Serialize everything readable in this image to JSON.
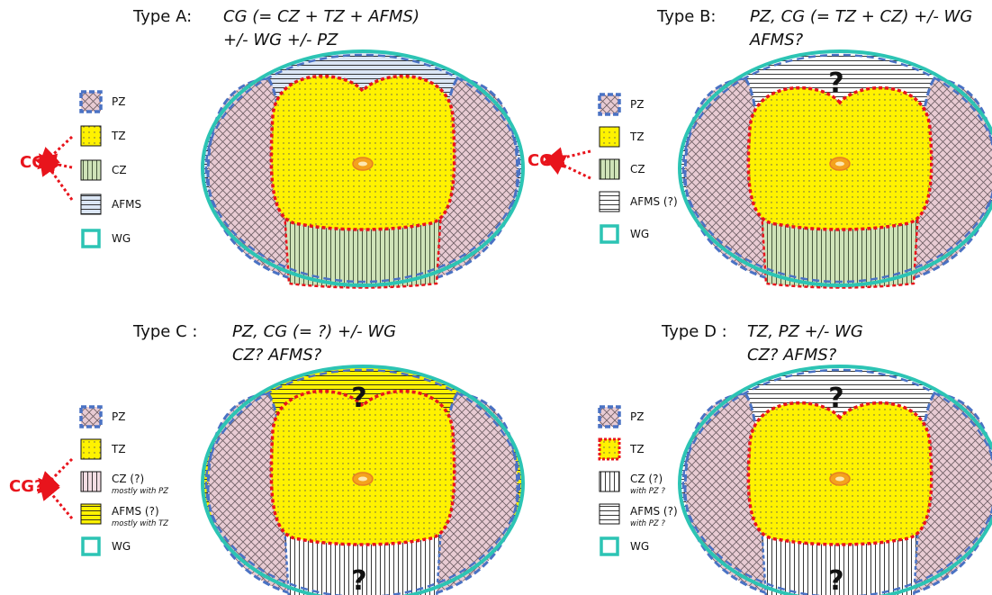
{
  "panels": [
    {
      "id": "A",
      "label": "Type A:",
      "line1": "CG (= CZ + TZ + AFMS)",
      "line2": "+/- WG +/- PZ",
      "cg_label": "CG",
      "legend": [
        {
          "code": "PZ",
          "note": ""
        },
        {
          "code": "TZ",
          "note": ""
        },
        {
          "code": "CZ",
          "note": ""
        },
        {
          "code": "AFMS",
          "note": ""
        },
        {
          "code": "WG",
          "note": ""
        }
      ],
      "question_marks": []
    },
    {
      "id": "B",
      "label": "Type B:",
      "line1": "PZ, CG (= TZ + CZ) +/- WG",
      "line2": "AFMS?",
      "cg_label": "CG",
      "legend": [
        {
          "code": "PZ",
          "note": ""
        },
        {
          "code": "TZ",
          "note": ""
        },
        {
          "code": "CZ",
          "note": ""
        },
        {
          "code": "AFMS (?)",
          "note": ""
        },
        {
          "code": "WG",
          "note": ""
        }
      ],
      "question_marks": [
        "?"
      ]
    },
    {
      "id": "C",
      "label": "Type C :",
      "line1": "PZ, CG (= ?) +/- WG",
      "line2": "CZ? AFMS?",
      "cg_label": "CG?",
      "legend": [
        {
          "code": "PZ",
          "note": ""
        },
        {
          "code": "TZ",
          "note": ""
        },
        {
          "code": "CZ (?)",
          "note": "mostly with PZ"
        },
        {
          "code": "AFMS (?)",
          "note": "mostly with TZ"
        },
        {
          "code": "WG",
          "note": ""
        }
      ],
      "question_marks": [
        "?",
        "?"
      ]
    },
    {
      "id": "D",
      "label": "Type D :",
      "line1": "TZ, PZ +/- WG",
      "line2": "CZ? AFMS?",
      "cg_label": "",
      "legend": [
        {
          "code": "PZ",
          "note": ""
        },
        {
          "code": "TZ",
          "note": ""
        },
        {
          "code": "CZ (?)",
          "note": "with PZ ?"
        },
        {
          "code": "AFMS (?)",
          "note": "with PZ ?"
        },
        {
          "code": "WG",
          "note": ""
        }
      ],
      "question_marks": [
        "?",
        "?"
      ]
    }
  ],
  "colors": {
    "wg_outline": "#2cc4b4",
    "pz_border": "#4a72c4",
    "pz_fill": "#e8cbd3",
    "pz_hatch": "#7a6a70",
    "tz_fill": "#fff200",
    "cz_fill": "#cfe3b8",
    "cg_dotted": "#e8141c",
    "urethra": "#f4a21c",
    "hatch": "#222222"
  }
}
